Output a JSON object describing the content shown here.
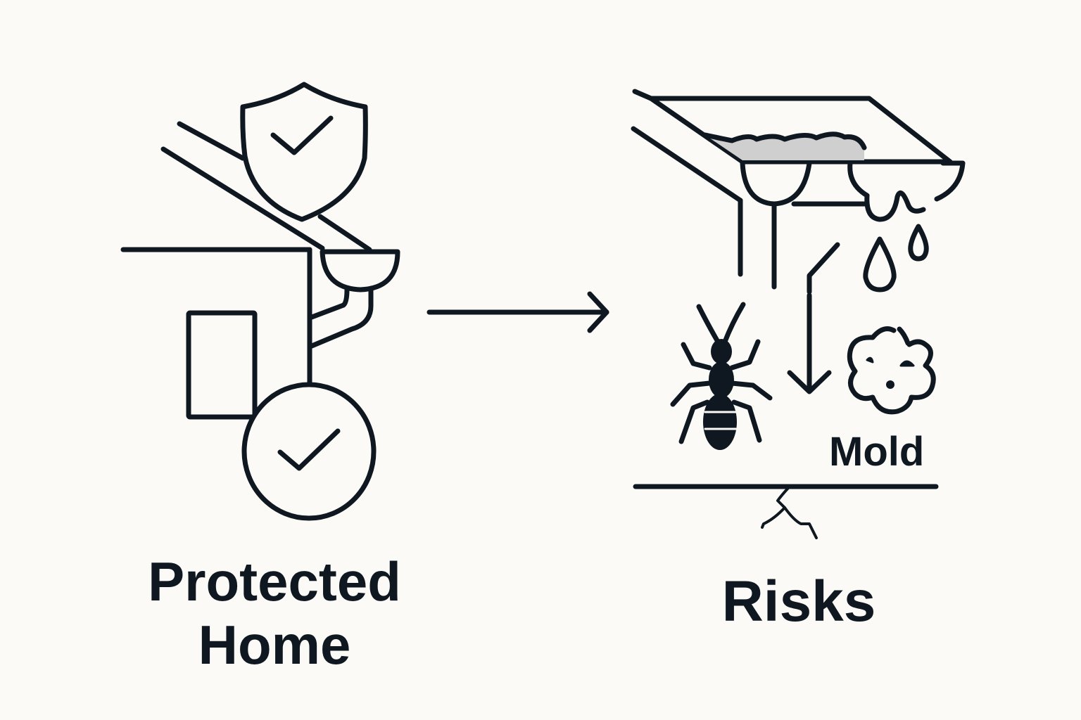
{
  "diagram": {
    "left_panel": {
      "title_line1": "Protected",
      "title_line2": "Home",
      "icons": [
        "shield-check-icon",
        "house-gutter-icon",
        "circle-check-icon"
      ]
    },
    "connector": {
      "icon": "arrow-right-icon"
    },
    "right_panel": {
      "title": "Risks",
      "mold_label": "Mold",
      "icons": [
        "clogged-gutter-icon",
        "water-drops-icon",
        "termite-icon",
        "down-arrow-icon",
        "mold-icon",
        "foundation-crack-icon"
      ]
    },
    "colors": {
      "ink": "#0f1820",
      "background": "#fbfaf6",
      "debris": "#cfcfcf"
    }
  }
}
